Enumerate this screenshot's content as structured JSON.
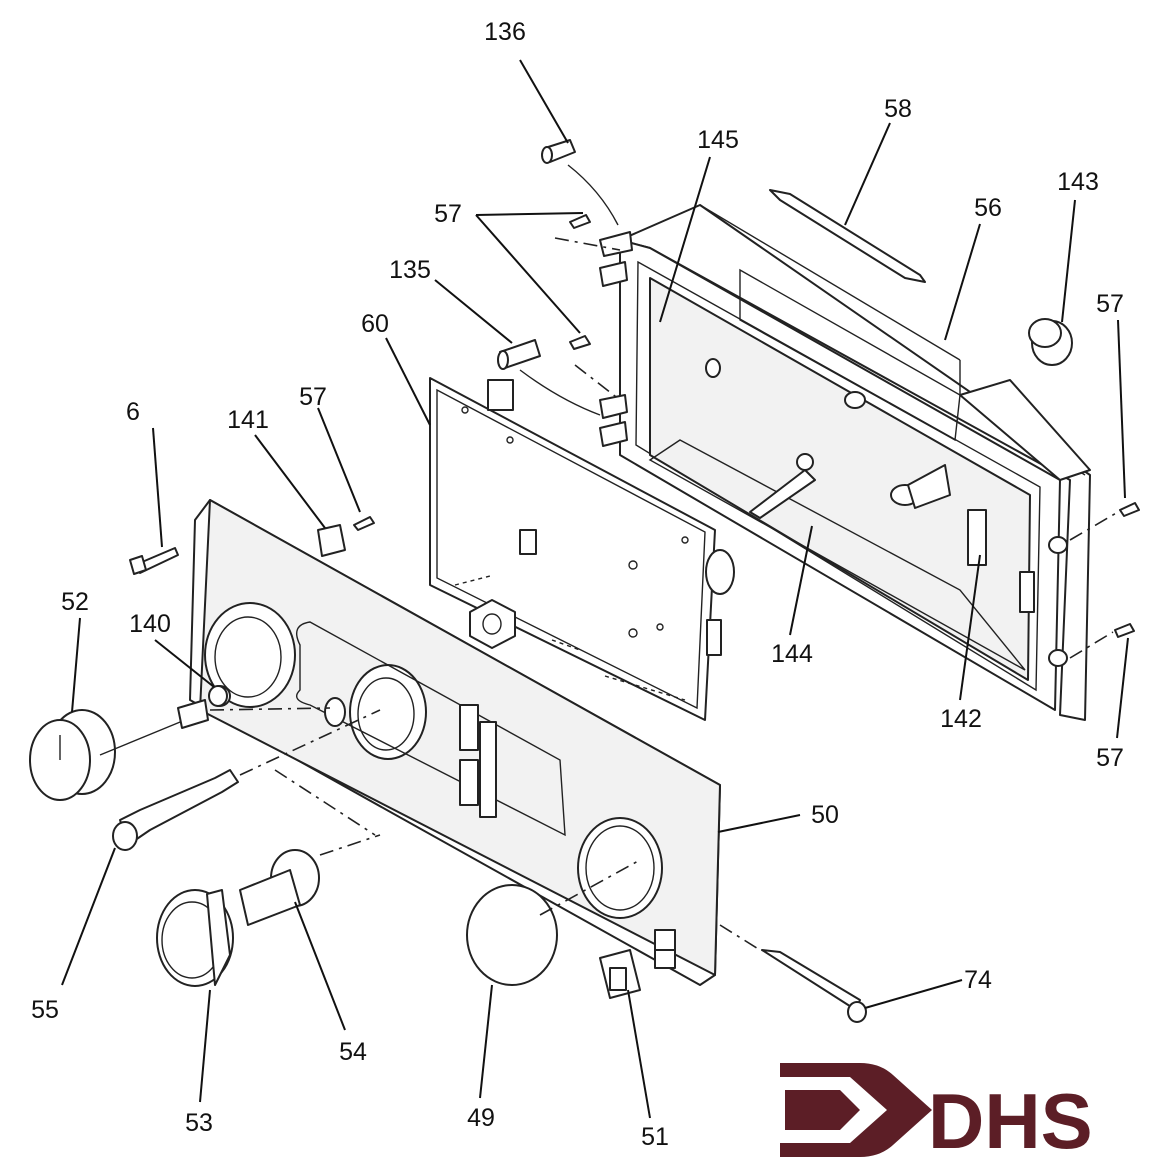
{
  "callouts": {
    "c136": "136",
    "c145": "145",
    "c58": "58",
    "c57a": "57",
    "c56": "56",
    "c143": "143",
    "c135": "135",
    "c60": "60",
    "c57b": "57",
    "c6": "6",
    "c141": "141",
    "c57c": "57",
    "c52": "52",
    "c140": "140",
    "c144": "144",
    "c142": "142",
    "c57d": "57",
    "c50": "50",
    "c74": "74",
    "c55": "55",
    "c54": "54",
    "c53": "53",
    "c49": "49",
    "c51": "51"
  },
  "logo": {
    "text": "DHS",
    "color": "#5c1e26"
  }
}
